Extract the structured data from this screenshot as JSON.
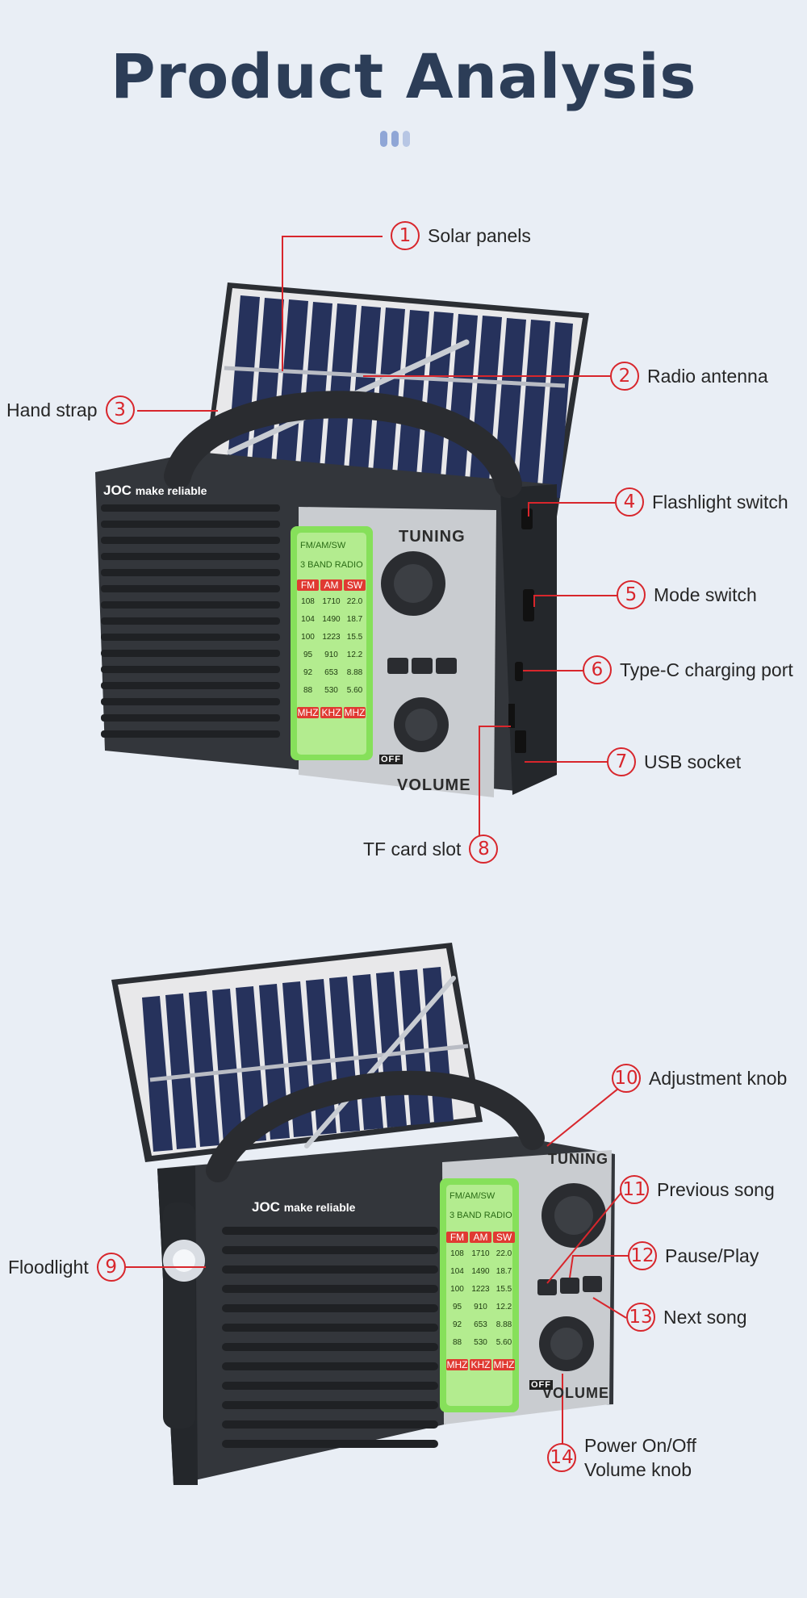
{
  "header": {
    "title": "Product Analysis",
    "dot_colors": [
      "#8fa6d6",
      "#8fa6d6",
      "#b7c6e4"
    ]
  },
  "product": {
    "brand": "JOC",
    "tagline": "make reliable",
    "tuning_label": "TUNING",
    "volume_label": "VOLUME",
    "off_label": "OFF",
    "band_title": "FM/AM/SW",
    "band_subtitle": "3 BAND RADIO",
    "band_headers": [
      "FM",
      "AM",
      "SW"
    ],
    "band_rows": [
      [
        "108",
        "1710",
        "22.0"
      ],
      [
        "104",
        "1490",
        "18.7"
      ],
      [
        "100",
        "1223",
        "15.5"
      ],
      [
        "95",
        "910",
        "12.2"
      ],
      [
        "92",
        "653",
        "8.88"
      ],
      [
        "88",
        "530",
        "5.60"
      ]
    ],
    "band_units": [
      "MHZ",
      "KHZ",
      "MHZ"
    ]
  },
  "callouts": {
    "c1": {
      "num": "1",
      "label": "Solar panels"
    },
    "c2": {
      "num": "2",
      "label": "Radio antenna"
    },
    "c3": {
      "num": "3",
      "label": "Hand strap"
    },
    "c4": {
      "num": "4",
      "label": "Flashlight switch"
    },
    "c5": {
      "num": "5",
      "label": "Mode switch"
    },
    "c6": {
      "num": "6",
      "label": "Type-C charging port"
    },
    "c7": {
      "num": "7",
      "label": "USB socket"
    },
    "c8": {
      "num": "8",
      "label": "TF card slot"
    },
    "c9": {
      "num": "9",
      "label": "Floodlight"
    },
    "c10": {
      "num": "10",
      "label": "Adjustment knob"
    },
    "c11": {
      "num": "11",
      "label": "Previous song"
    },
    "c12": {
      "num": "12",
      "label": "Pause/Play"
    },
    "c13": {
      "num": "13",
      "label": "Next song"
    },
    "c14": {
      "num": "14",
      "label_line1": "Power On/Off",
      "label_line2": "Volume knob"
    }
  },
  "colors": {
    "accent_red": "#d8262c",
    "title": "#2c3d57",
    "background": "#e9eef5",
    "radio_body": "#3a3d42",
    "solar_cell": "#25305a",
    "band_green": "#86e05a"
  }
}
